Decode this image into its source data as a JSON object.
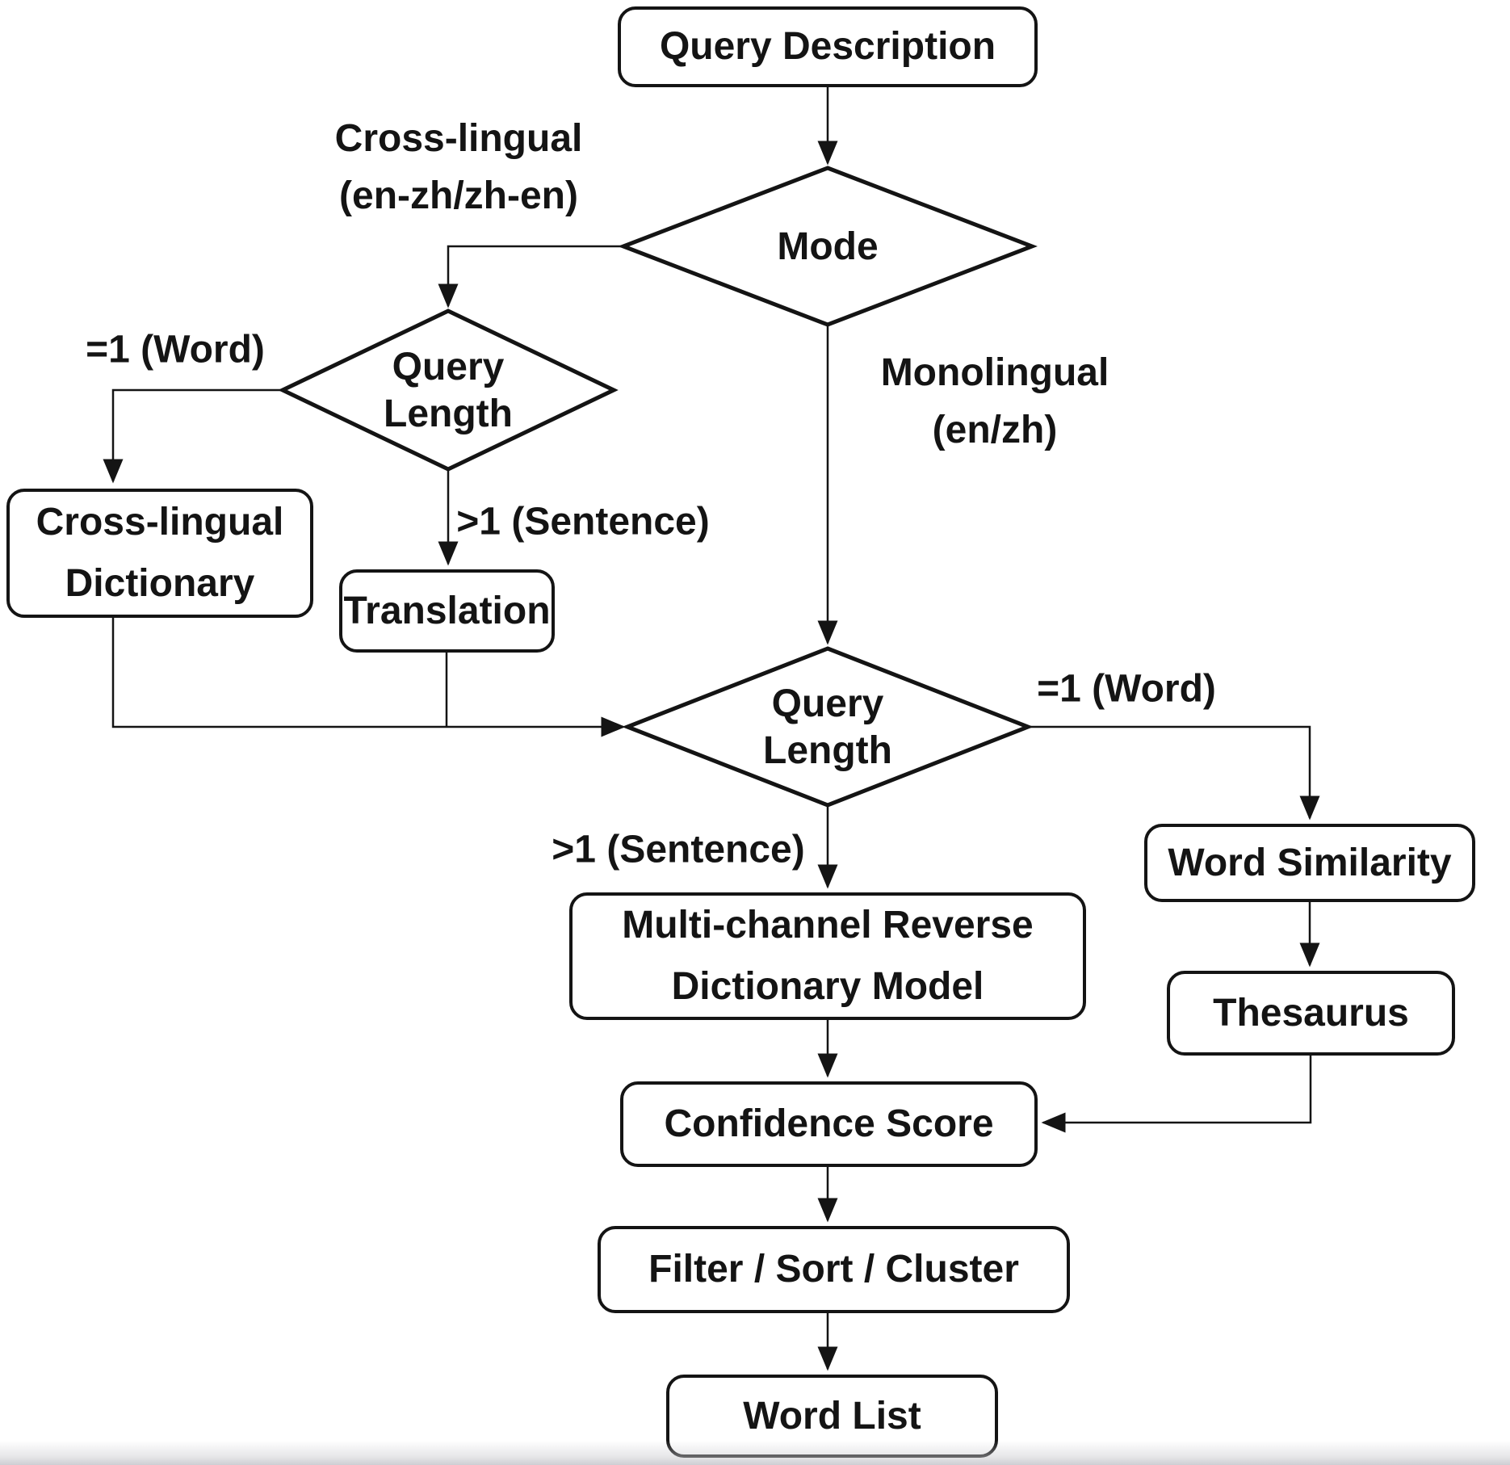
{
  "diagram": {
    "type": "flowchart",
    "nodes": {
      "query_description": {
        "label": "Query Description"
      },
      "mode_decision": {
        "label": "Mode"
      },
      "query_length_decision_1": {
        "line1": "Query",
        "line2": "Length"
      },
      "cross_lingual_dictionary": {
        "line1": "Cross-lingual",
        "line2": "Dictionary"
      },
      "translation": {
        "label": "Translation"
      },
      "query_length_decision_2": {
        "line1": "Query",
        "line2": "Length"
      },
      "multi_channel_reverse_dictionary_model": {
        "line1": "Multi-channel Reverse",
        "line2": "Dictionary Model"
      },
      "word_similarity": {
        "label": "Word Similarity"
      },
      "thesaurus": {
        "label": "Thesaurus"
      },
      "confidence_score": {
        "label": "Confidence Score"
      },
      "filter_sort_cluster": {
        "label": "Filter / Sort / Cluster"
      },
      "word_list": {
        "label": "Word List"
      }
    },
    "edge_labels": {
      "cross_lingual_branch": {
        "line1": "Cross-lingual",
        "line2": "(en-zh/zh-en)"
      },
      "monolingual_branch": {
        "line1": "Monolingual",
        "line2": "(en/zh)"
      },
      "eq1_word_left": {
        "label": "=1 (Word)"
      },
      "gt1_sentence_upper": {
        "label": ">1 (Sentence)"
      },
      "eq1_word_right": {
        "label": "=1 (Word)"
      },
      "gt1_sentence_lower": {
        "label": ">1 (Sentence)"
      }
    },
    "colors": {
      "stroke": "#141414",
      "text": "#141414",
      "background": "#ffffff"
    }
  }
}
